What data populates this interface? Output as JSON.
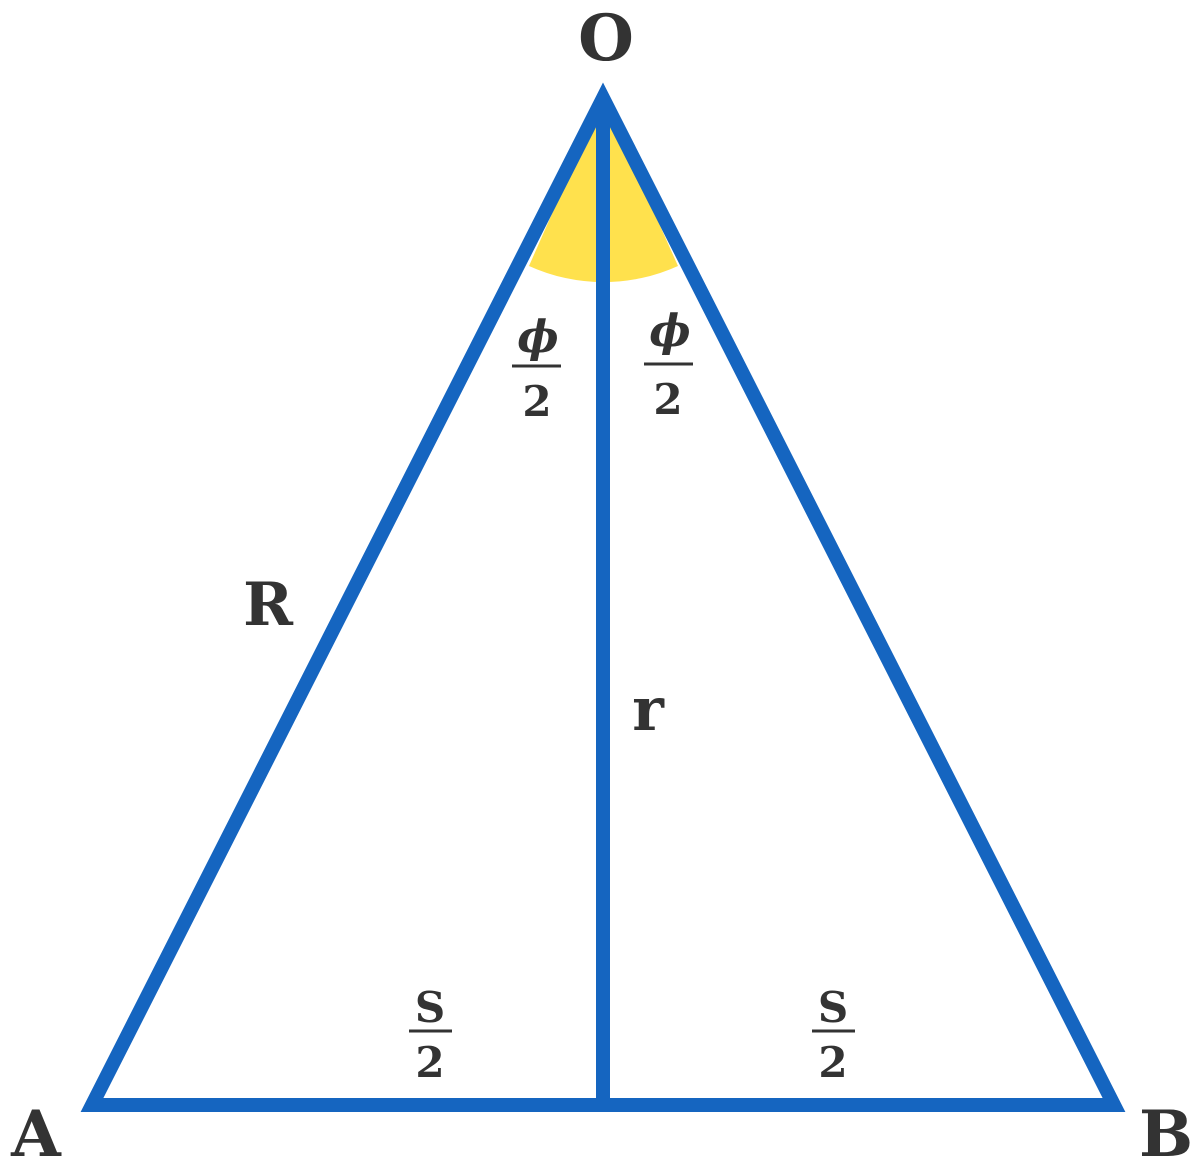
{
  "diagram": {
    "vertices": {
      "apex": "O",
      "left": "A",
      "right": "B"
    },
    "segments": {
      "side": "R",
      "altitude": "r"
    },
    "angle_halves": [
      {
        "numerator": "ϕ",
        "denominator": "2"
      },
      {
        "numerator": "ϕ",
        "denominator": "2"
      }
    ],
    "base_halves": [
      {
        "numerator": "S",
        "denominator": "2"
      },
      {
        "numerator": "S",
        "denominator": "2"
      }
    ],
    "colors": {
      "lines": "#1565c0",
      "angle_fill": "#ffe14d",
      "text": "#333333",
      "background": "#ffffff"
    }
  }
}
